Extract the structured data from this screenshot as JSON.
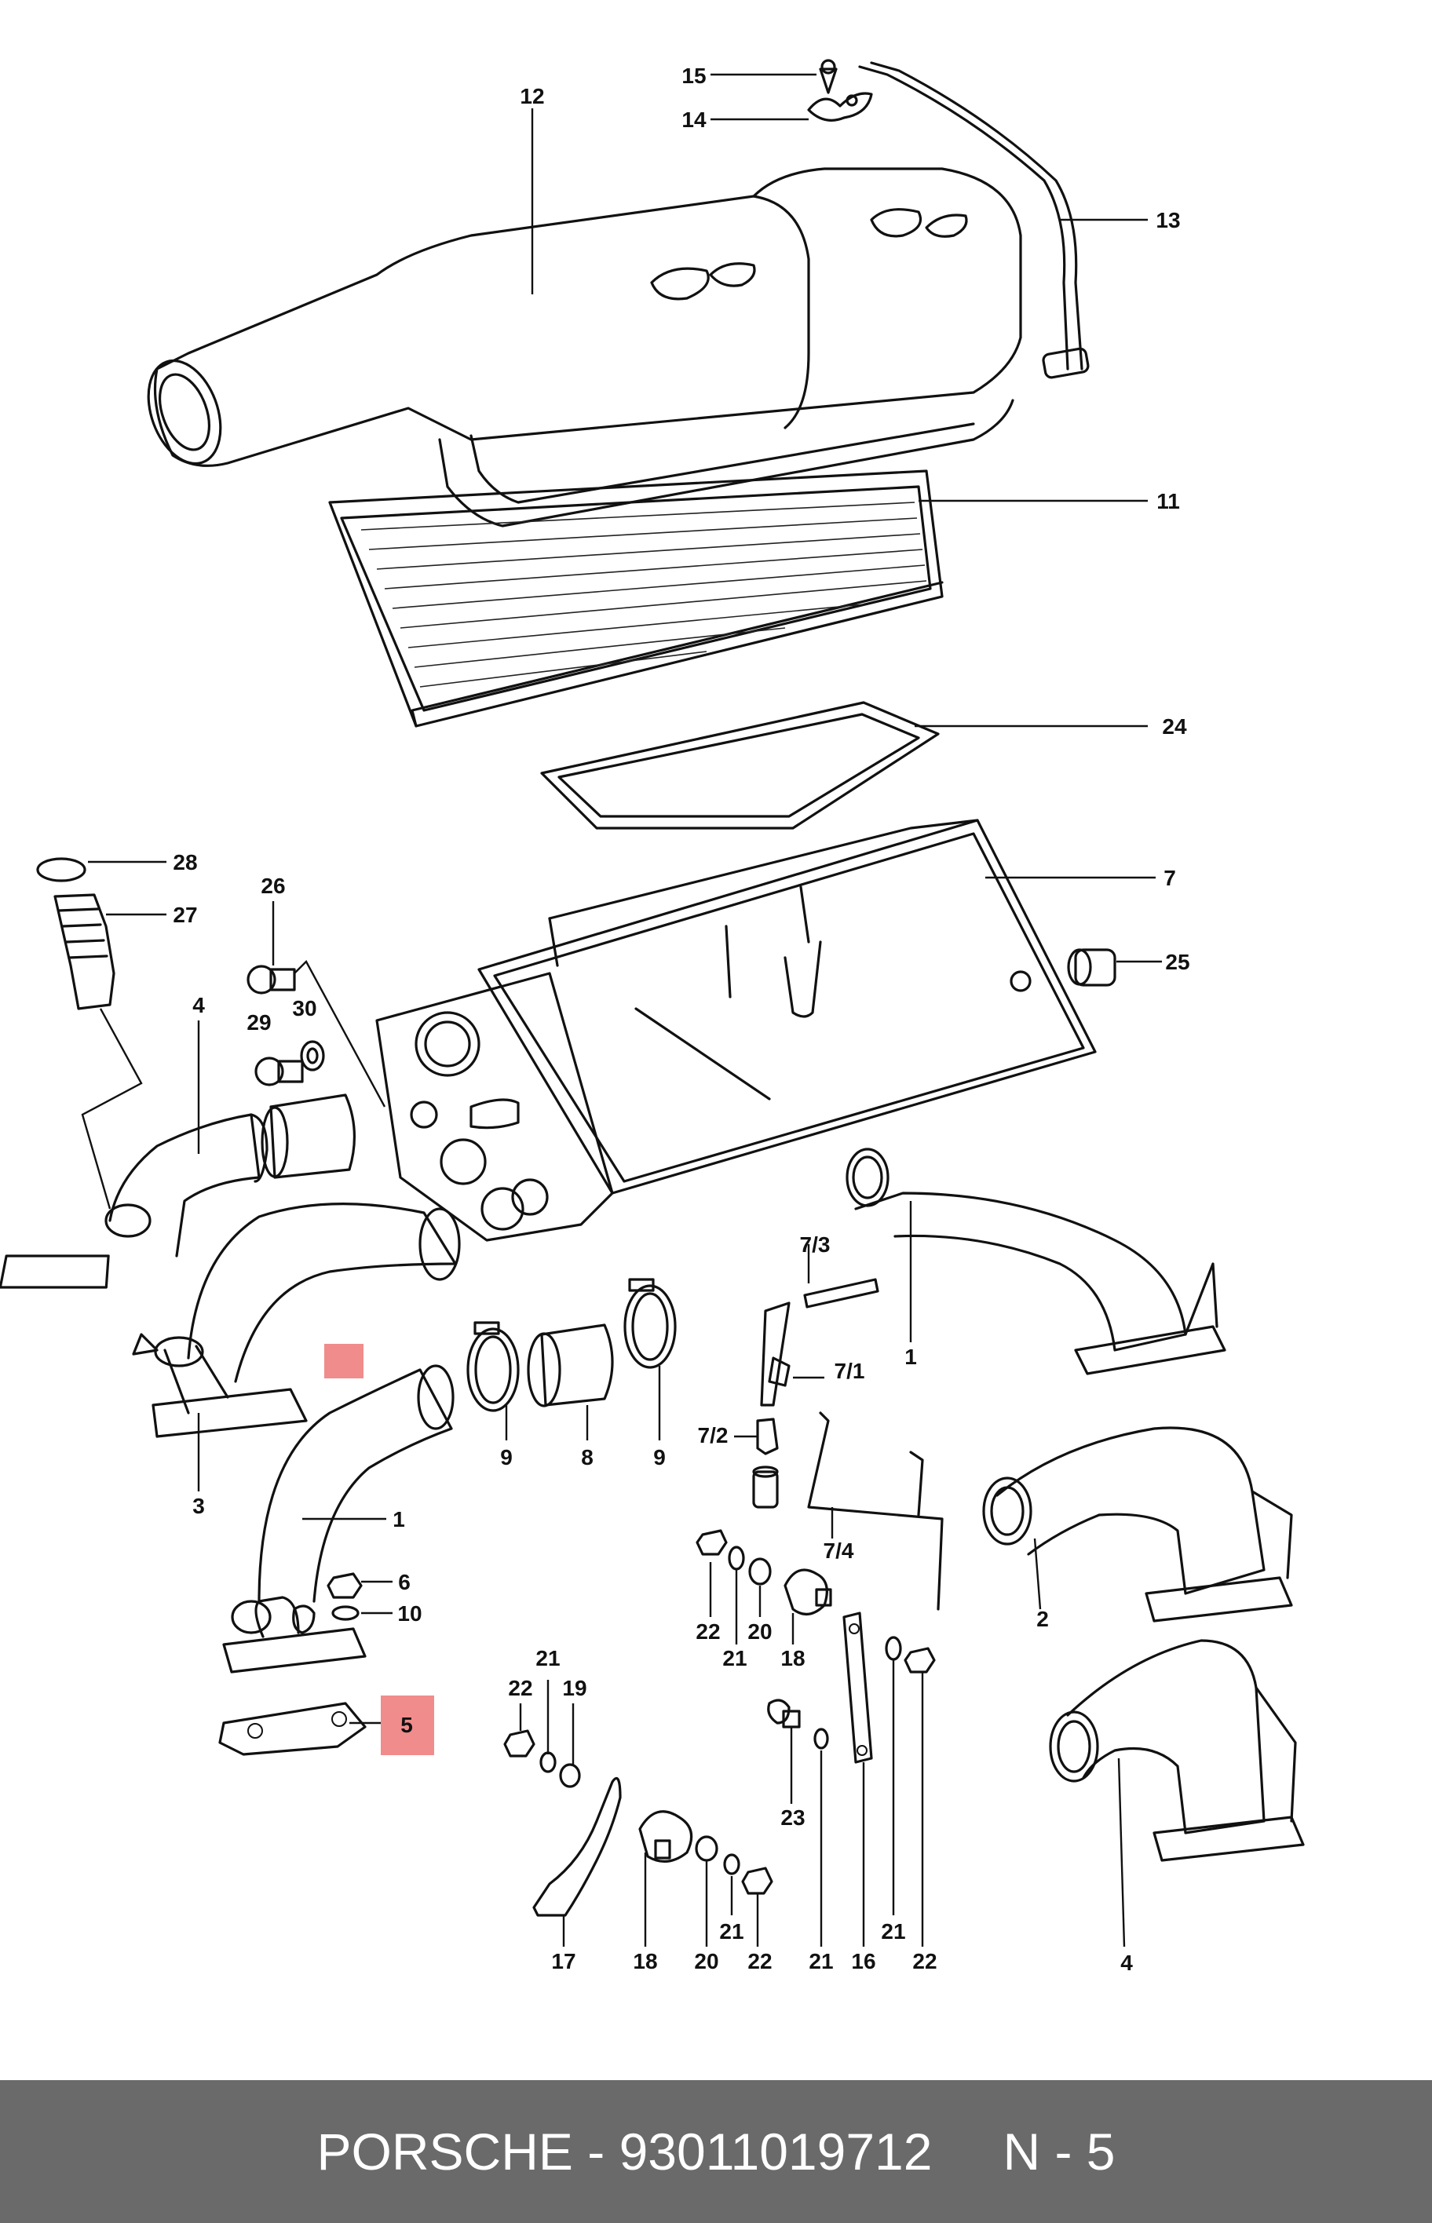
{
  "diagram": {
    "callouts": [
      "12",
      "15",
      "14",
      "13",
      "11",
      "24",
      "28",
      "27",
      "26",
      "7",
      "25",
      "4",
      "29",
      "30",
      "3",
      "1",
      "1",
      "7/3",
      "7/1",
      "7/2",
      "9",
      "8",
      "9",
      "1",
      "6",
      "10",
      "5",
      "7/4",
      "22",
      "21",
      "20",
      "18",
      "2",
      "21",
      "22",
      "19",
      "23",
      "17",
      "18",
      "20",
      "21",
      "22",
      "21",
      "16",
      "21",
      "22",
      "4"
    ],
    "highlight_color": "#f08c8c",
    "highlighted_part": "5"
  },
  "footer": {
    "brand": "PORSCHE",
    "separator": "-",
    "part_number": "93011019712",
    "position_label": "N - 5"
  }
}
